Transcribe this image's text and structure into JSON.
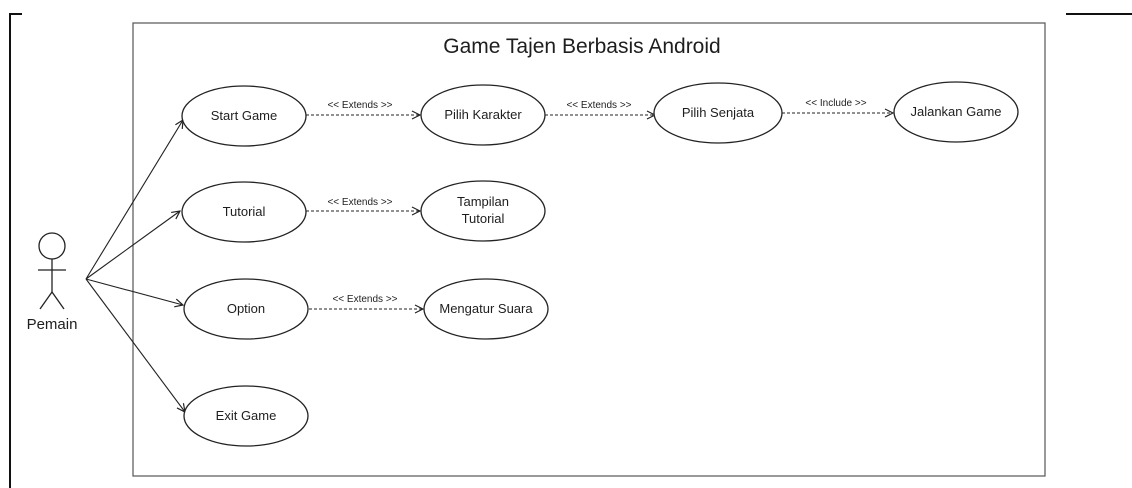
{
  "system": {
    "title": "Game Tajen Berbasis Android"
  },
  "actor": {
    "name": "Pemain"
  },
  "use_cases": {
    "start_game": "Start Game",
    "pilih_karakter": "Pilih Karakter",
    "pilih_senjata": "Pilih Senjata",
    "jalankan_game": "Jalankan Game",
    "tutorial": "Tutorial",
    "tampilan_tutorial_line1": "Tampilan",
    "tampilan_tutorial_line2": "Tutorial",
    "option": "Option",
    "mengatur_suara": "Mengatur Suara",
    "exit_game": "Exit Game"
  },
  "relations": {
    "start_to_karakter": "<< Extends >>",
    "karakter_to_senjata": "<< Extends >>",
    "senjata_to_jalankan": "<<  Include  >>",
    "tutorial_to_tampilan": "<< Extends >>",
    "option_to_suara": "<< Extends >>"
  },
  "colors": {
    "line": "#222222",
    "text": "#1e1e1e",
    "background": "#ffffff"
  }
}
